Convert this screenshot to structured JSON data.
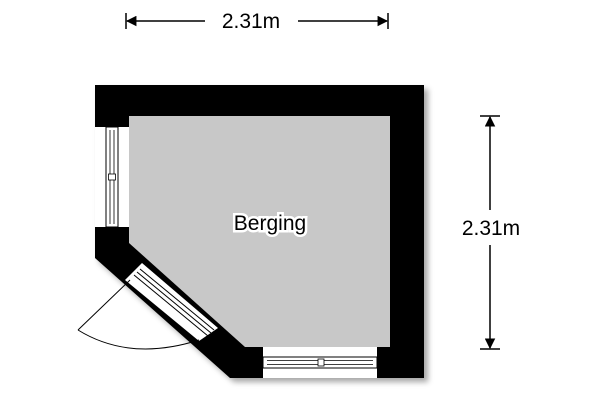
{
  "plan": {
    "room_label": "Berging",
    "width_label": "2.31m",
    "height_label": "2.31m"
  },
  "colors": {
    "wall": "#000000",
    "floor": "#c8c8c8",
    "background": "#ffffff"
  }
}
